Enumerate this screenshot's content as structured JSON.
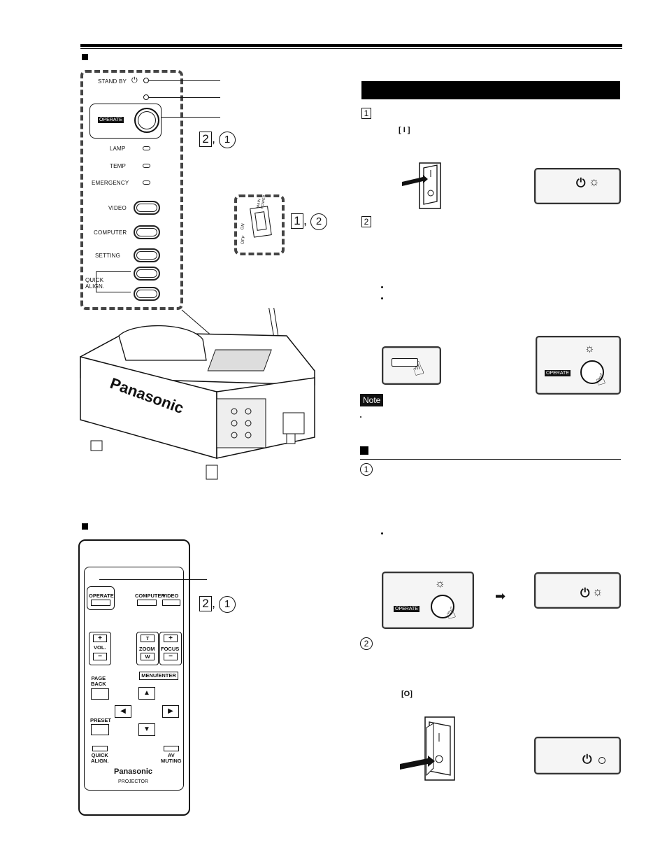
{
  "panel": {
    "stand_by": "STAND BY",
    "operate": "OPERATE",
    "lamp": "LAMP",
    "temp": "TEMP",
    "emergency": "EMERGENCY",
    "video": "VIDEO",
    "computer": "COMPUTER",
    "setting": "SETTING",
    "quick_align": "QUICK\nALIGN.",
    "main_power": "MAIN\nPOWER",
    "on": "ON",
    "off": "OFF"
  },
  "callouts": {
    "c1_box": "2",
    "c1_circ": "1",
    "c2_box": "1",
    "c2_circ": "2",
    "c3_box": "2",
    "c3_circ": "1"
  },
  "brand": "Panasonic",
  "remote": {
    "operate": "OPERATE",
    "computer": "COMPUTER",
    "video": "VIDEO",
    "vol": "VOL.",
    "zoom": "ZOOM",
    "focus": "FOCUS",
    "t": "T",
    "w": "W",
    "plus": "+",
    "minus": "−",
    "page_back": "PAGE\nBACK",
    "menu_enter": "MENU/ENTER",
    "preset": "PRESET",
    "quick_align": "QUICK\nALIGN.",
    "av_muting": "AV\nMUTING",
    "brand": "Panasonic",
    "projector": "PROJECTOR"
  },
  "right": {
    "step1": "1",
    "step2": "2",
    "on_mark": "[ I ]",
    "off_mark": "[O]",
    "note": "Note",
    "operate_small": "OPERATE",
    "circ1": "1",
    "circ2": "2",
    "arrow": "➡"
  }
}
